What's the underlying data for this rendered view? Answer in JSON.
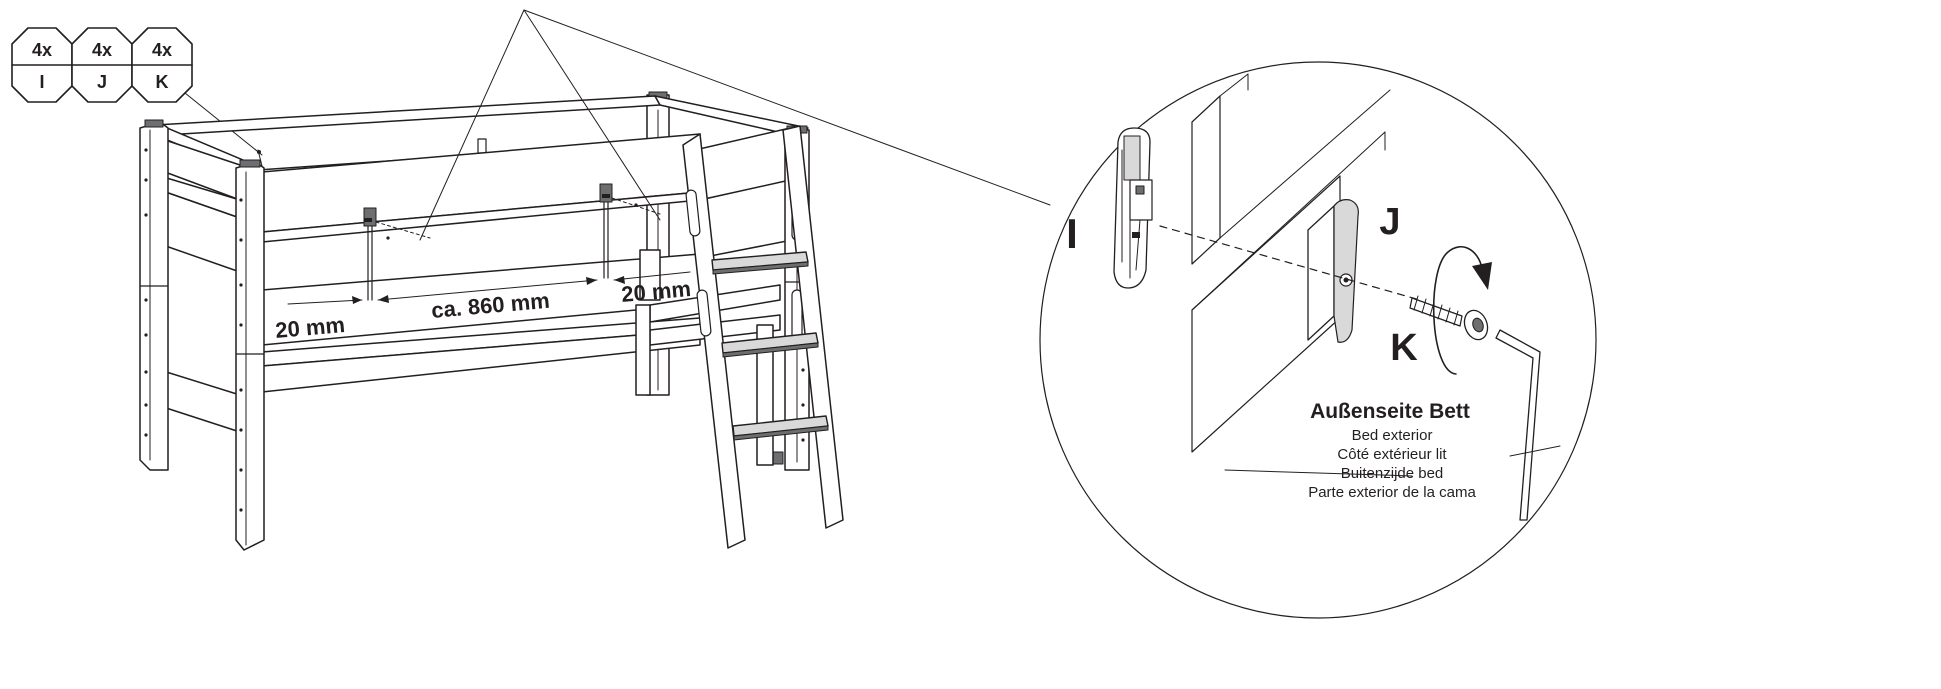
{
  "parts_badge": {
    "items": [
      {
        "qty": "4x",
        "letter": "I"
      },
      {
        "qty": "4x",
        "letter": "J"
      },
      {
        "qty": "4x",
        "letter": "K"
      }
    ]
  },
  "dimensions": {
    "left_gap": "20 mm",
    "middle_span": "ca. 860 mm",
    "right_gap": "20 mm"
  },
  "detail": {
    "labels": {
      "i": "I",
      "j": "J",
      "k": "K"
    },
    "title": "Außenseite Bett",
    "translations": [
      "Bed exterior",
      "Côté extérieur lit",
      "Buitenzijde bed",
      "Parte exterior de la cama"
    ]
  }
}
